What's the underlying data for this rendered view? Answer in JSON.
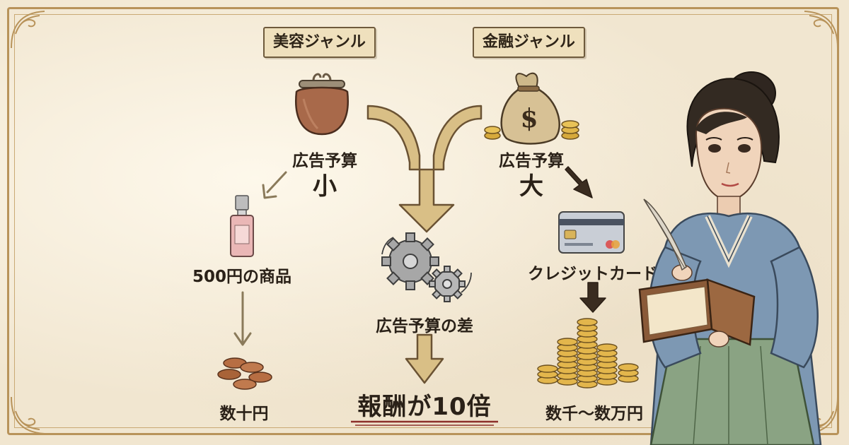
{
  "labels": {
    "beauty_genre": "美容ジャンル",
    "finance_genre": "金融ジャンル"
  },
  "left_branch": {
    "budget_label": "広告予算",
    "budget_size": "小",
    "product": "500円の商品",
    "reward": "数十円"
  },
  "center": {
    "difference": "広告予算の差",
    "result": "報酬が10倍"
  },
  "right_branch": {
    "budget_label": "広告予算",
    "budget_size": "大",
    "product": "クレジットカード",
    "reward": "数千〜数万円"
  },
  "icons": {
    "purse": "coin-purse-icon",
    "money_bag": "money-bag-icon",
    "bottle": "cosmetic-bottle-icon",
    "card": "credit-card-icon",
    "gears": "gears-icon",
    "few_coins": "few-coins-icon",
    "coin_stacks": "coin-stacks-icon"
  },
  "colors": {
    "paper": "#f1e6d0",
    "frame": "#b8935a",
    "arrow_gold": "#d9bf86",
    "arrow_dark": "#3a2c20",
    "underline": "#8c2f2a"
  }
}
